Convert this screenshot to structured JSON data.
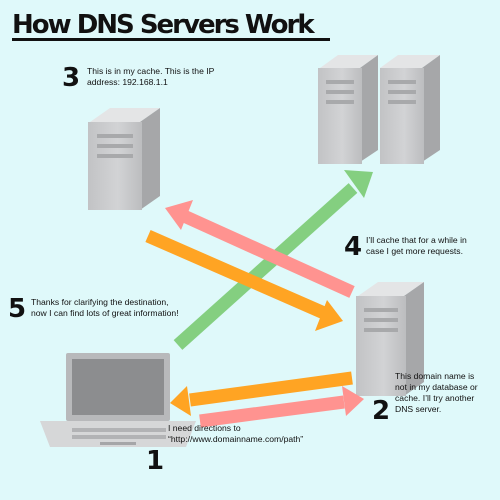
{
  "title": "How DNS Servers Work",
  "steps": [
    {
      "number": "1",
      "lines": [
        "I need directions to",
        "“http://www.domainname.com/path”"
      ]
    },
    {
      "number": "2",
      "lines": [
        "This domain name is",
        "not in my database or",
        "cache. I’ll try another",
        "DNS server."
      ]
    },
    {
      "number": "3",
      "lines": [
        "This is in my cache. This is the IP",
        "address: 192.168.1.1"
      ]
    },
    {
      "number": "4",
      "lines": [
        "I’ll cache that for a while in",
        "case I get more requests."
      ]
    },
    {
      "number": "5",
      "lines": [
        "Thanks for clarifying the destination,",
        "now I can find lots of great information!"
      ]
    }
  ],
  "colors": {
    "background": "#dff9fa",
    "arrow_request": "#ffa423",
    "arrow_response": "#ff9390",
    "arrow_forward": "#84cf80",
    "device_body": "#c8c9cb",
    "device_dark": "#9c9d9f",
    "screen": "#8a8b8d"
  },
  "icons": [
    "laptop-icon",
    "local-dns-server-icon",
    "cache-server-icon",
    "remote-server-icon"
  ]
}
